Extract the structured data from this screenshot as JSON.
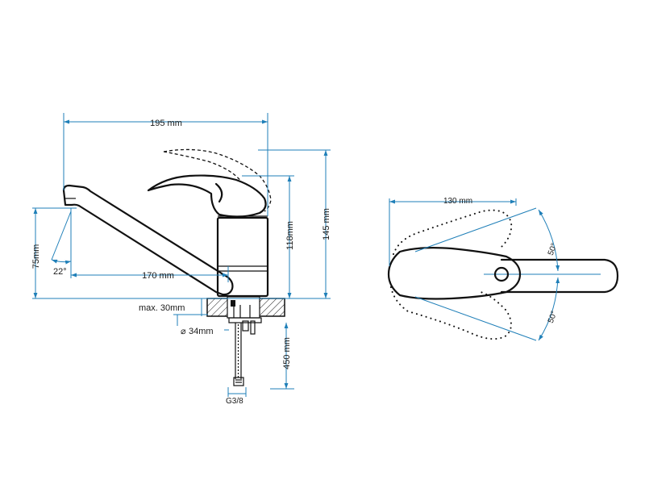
{
  "front_view": {
    "width_label": "195 mm",
    "spout_reach_label": "170 mm",
    "spout_height_label": "75mm",
    "spout_angle_label": "22°",
    "body_height_label": "118mm",
    "total_height_label": "145 mm",
    "max_counter_label": "max. 30mm",
    "hole_diameter_label": "34mm",
    "hose_length_label": "450 mm",
    "connector_label": "G3/8"
  },
  "top_view": {
    "handle_length_label": "130 mm",
    "angle_upper_label": "50°",
    "angle_lower_label": "50°"
  },
  "colors": {
    "object_line": "#111111",
    "dimension_line": "#1f7fb8"
  }
}
